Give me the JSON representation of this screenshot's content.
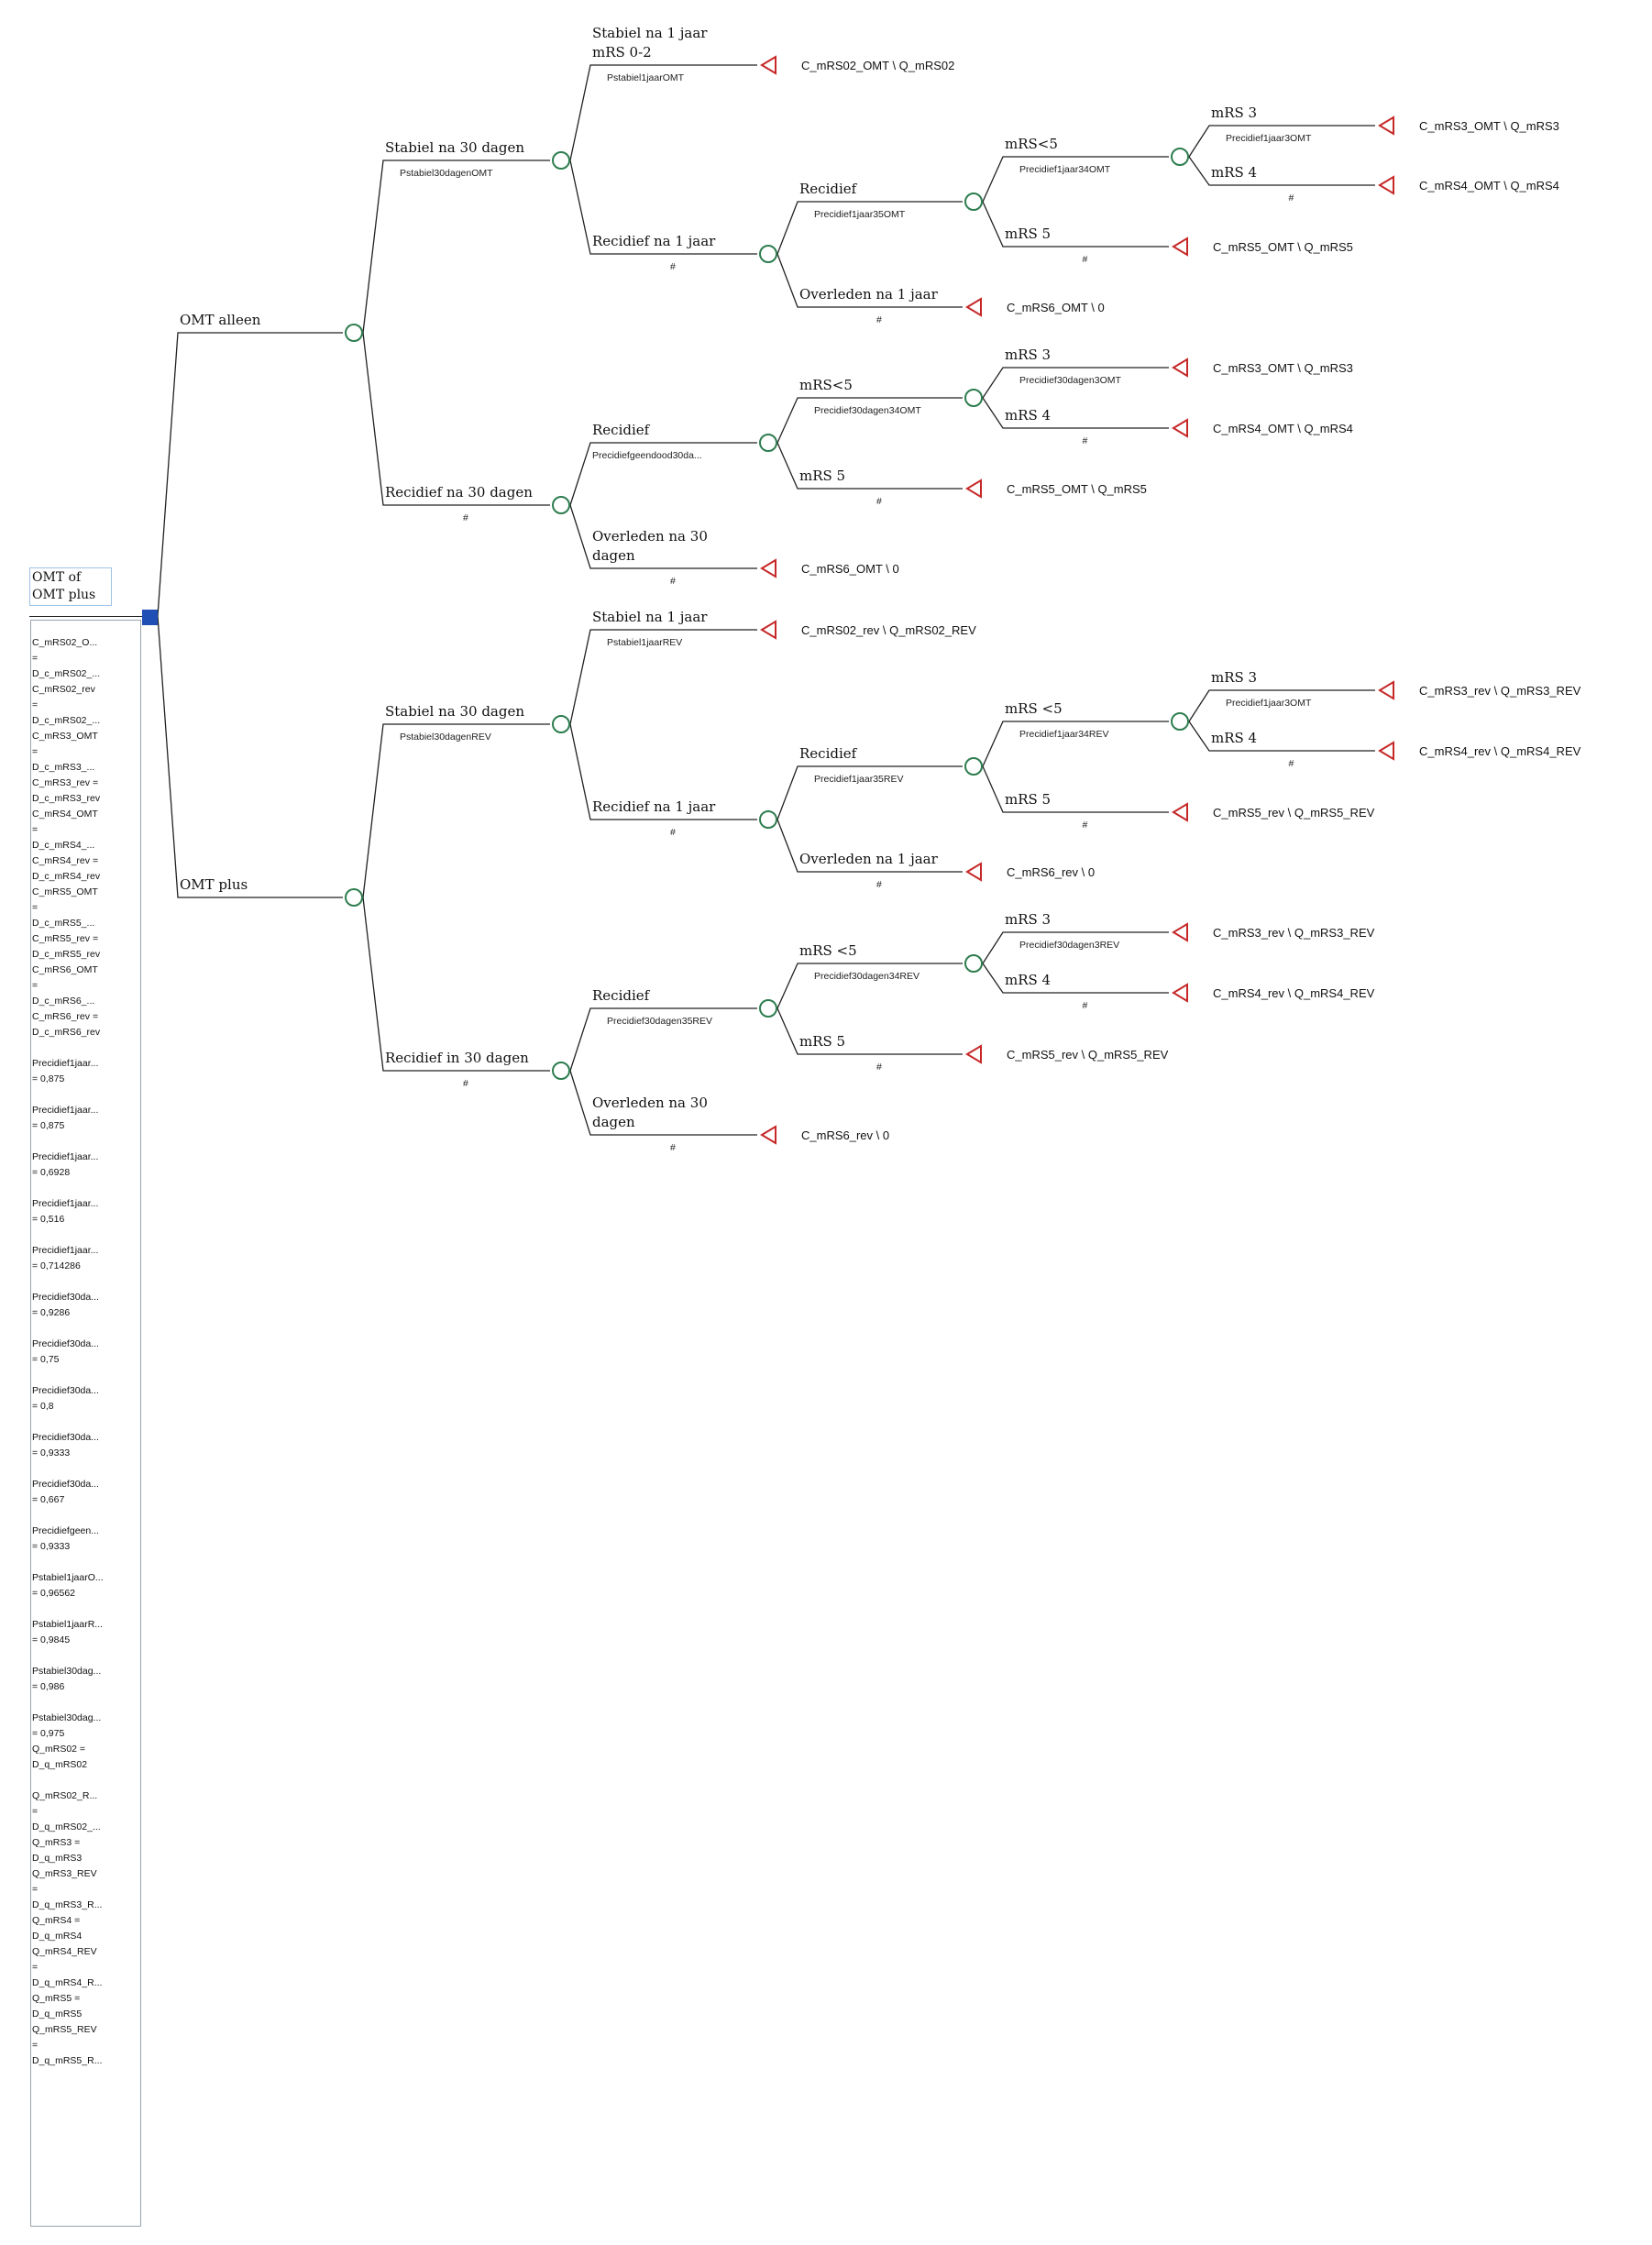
{
  "root": {
    "label": "OMT of\nOMT plus"
  },
  "nodes": {
    "a": {
      "label": "OMT alleen"
    },
    "b": {
      "label": "OMT plus"
    },
    "a1": {
      "label": "Stabiel na 30 dagen",
      "prob": "Pstabiel30dagenOMT"
    },
    "a2": {
      "label": "Recidief na 30 dagen",
      "prob": "#"
    },
    "a1s": {
      "label": "Stabiel na 1 jaar\nmRS 0-2",
      "prob": "Pstabiel1jaarOMT",
      "payoff": "C_mRS02_OMT \\ Q_mRS02"
    },
    "a1r": {
      "label": "Recidief na 1 jaar",
      "prob": "#"
    },
    "a1rR": {
      "label": "Recidief",
      "prob": "Precidief1jaar35OMT"
    },
    "a1rO": {
      "label": "Overleden na 1 jaar",
      "prob": "#",
      "payoff": "C_mRS6_OMT \\ 0"
    },
    "a1rRlt": {
      "label": "mRS<5",
      "prob": "Precidief1jaar34OMT"
    },
    "a1rR5": {
      "label": "mRS 5",
      "prob": "#",
      "payoff": "C_mRS5_OMT \\ Q_mRS5"
    },
    "a1rRlt3": {
      "label": "mRS 3",
      "prob": "Precidief1jaar3OMT",
      "payoff": "C_mRS3_OMT \\ Q_mRS3"
    },
    "a1rRlt4": {
      "label": "mRS 4",
      "prob": "#",
      "payoff": "C_mRS4_OMT \\ Q_mRS4"
    },
    "a2R": {
      "label": "Recidief",
      "prob": "Precidiefgeendood30da..."
    },
    "a2O": {
      "label": "Overleden na 30\ndagen",
      "prob": "#",
      "payoff": "C_mRS6_OMT \\ 0"
    },
    "a2Rlt": {
      "label": "mRS<5",
      "prob": "Precidief30dagen34OMT"
    },
    "a2R5": {
      "label": "mRS 5",
      "prob": "#",
      "payoff": "C_mRS5_OMT \\ Q_mRS5"
    },
    "a2Rlt3": {
      "label": "mRS 3",
      "prob": "Precidief30dagen3OMT",
      "payoff": "C_mRS3_OMT \\ Q_mRS3"
    },
    "a2Rlt4": {
      "label": "mRS 4",
      "prob": "#",
      "payoff": "C_mRS4_OMT \\ Q_mRS4"
    },
    "b1": {
      "label": "Stabiel na 30 dagen",
      "prob": "Pstabiel30dagenREV"
    },
    "b2": {
      "label": "Recidief in 30 dagen",
      "prob": "#"
    },
    "b1s": {
      "label": "Stabiel na 1 jaar",
      "prob": "Pstabiel1jaarREV",
      "payoff": "C_mRS02_rev \\ Q_mRS02_REV"
    },
    "b1r": {
      "label": "Recidief na 1 jaar",
      "prob": "#"
    },
    "b1rR": {
      "label": "Recidief",
      "prob": "Precidief1jaar35REV"
    },
    "b1rO": {
      "label": "Overleden na 1 jaar",
      "prob": "#",
      "payoff": "C_mRS6_rev \\ 0"
    },
    "b1rRlt": {
      "label": "mRS <5",
      "prob": "Precidief1jaar34REV"
    },
    "b1rR5": {
      "label": "mRS 5",
      "prob": "#",
      "payoff": "C_mRS5_rev \\ Q_mRS5_REV"
    },
    "b1rRlt3": {
      "label": "mRS 3",
      "prob": "Precidief1jaar3OMT",
      "payoff": "C_mRS3_rev \\ Q_mRS3_REV"
    },
    "b1rRlt4": {
      "label": "mRS 4",
      "prob": "#",
      "payoff": "C_mRS4_rev \\ Q_mRS4_REV"
    },
    "b2R": {
      "label": "Recidief",
      "prob": "Precidief30dagen35REV"
    },
    "b2O": {
      "label": "Overleden na 30\ndagen",
      "prob": "#",
      "payoff": "C_mRS6_rev \\ 0"
    },
    "b2Rlt": {
      "label": "mRS <5",
      "prob": "Precidief30dagen34REV"
    },
    "b2R5": {
      "label": "mRS 5",
      "prob": "#",
      "payoff": "C_mRS5_rev \\ Q_mRS5_REV"
    },
    "b2Rlt3": {
      "label": "mRS 3",
      "prob": "Precidief30dagen3REV",
      "payoff": "C_mRS3_rev \\ Q_mRS3_REV"
    },
    "b2Rlt4": {
      "label": "mRS 4",
      "prob": "#",
      "payoff": "C_mRS4_rev \\ Q_mRS4_REV"
    }
  },
  "variables": [
    {
      "text": "C_mRS02_O...",
      "gap": false
    },
    {
      "text": "=",
      "gap": false
    },
    {
      "text": "D_c_mRS02_...",
      "gap": false
    },
    {
      "text": " C_mRS02_rev",
      "gap": false
    },
    {
      "text": "=",
      "gap": false
    },
    {
      "text": "D_c_mRS02_...",
      "gap": false
    },
    {
      "text": " C_mRS3_OMT",
      "gap": false
    },
    {
      "text": "=",
      "gap": false
    },
    {
      "text": "D_c_mRS3_...",
      "gap": false
    },
    {
      "text": " C_mRS3_rev =",
      "gap": false
    },
    {
      "text": "D_c_mRS3_rev",
      "gap": false
    },
    {
      "text": " C_mRS4_OMT",
      "gap": false
    },
    {
      "text": "=",
      "gap": false
    },
    {
      "text": "D_c_mRS4_...",
      "gap": false
    },
    {
      "text": " C_mRS4_rev =",
      "gap": false
    },
    {
      "text": "D_c_mRS4_rev",
      "gap": false
    },
    {
      "text": " C_mRS5_OMT",
      "gap": false
    },
    {
      "text": "=",
      "gap": false
    },
    {
      "text": "D_c_mRS5_...",
      "gap": false
    },
    {
      "text": " C_mRS5_rev =",
      "gap": false
    },
    {
      "text": "D_c_mRS5_rev",
      "gap": false
    },
    {
      "text": " C_mRS6_OMT",
      "gap": false
    },
    {
      "text": "=",
      "gap": false
    },
    {
      "text": "D_c_mRS6_...",
      "gap": false
    },
    {
      "text": " C_mRS6_rev =",
      "gap": false
    },
    {
      "text": "D_c_mRS6_rev",
      "gap": false
    },
    {
      "text": "Precidief1jaar...",
      "gap": true
    },
    {
      "text": "= 0,875",
      "gap": false
    },
    {
      "text": "Precidief1jaar...",
      "gap": true
    },
    {
      "text": "= 0,875",
      "gap": false
    },
    {
      "text": "Precidief1jaar...",
      "gap": true
    },
    {
      "text": "= 0,6928",
      "gap": false
    },
    {
      "text": "Precidief1jaar...",
      "gap": true
    },
    {
      "text": "= 0,516",
      "gap": false
    },
    {
      "text": "Precidief1jaar...",
      "gap": true
    },
    {
      "text": "= 0,714286",
      "gap": false
    },
    {
      "text": "Precidief30da...",
      "gap": true
    },
    {
      "text": "= 0,9286",
      "gap": false
    },
    {
      "text": "Precidief30da...",
      "gap": true
    },
    {
      "text": "= 0,75",
      "gap": false
    },
    {
      "text": "Precidief30da...",
      "gap": true
    },
    {
      "text": "= 0,8",
      "gap": false
    },
    {
      "text": "Precidief30da...",
      "gap": true
    },
    {
      "text": "= 0,9333",
      "gap": false
    },
    {
      "text": "Precidief30da...",
      "gap": true
    },
    {
      "text": "= 0,667",
      "gap": false
    },
    {
      "text": "Precidiefgeen...",
      "gap": true
    },
    {
      "text": "= 0,9333",
      "gap": false
    },
    {
      "text": "Pstabiel1jaarO...",
      "gap": true
    },
    {
      "text": "= 0,96562",
      "gap": false
    },
    {
      "text": "Pstabiel1jaarR...",
      "gap": true
    },
    {
      "text": "= 0,9845",
      "gap": false
    },
    {
      "text": "Pstabiel30dag...",
      "gap": true
    },
    {
      "text": "= 0,986",
      "gap": false
    },
    {
      "text": "Pstabiel30dag...",
      "gap": true
    },
    {
      "text": "= 0,975",
      "gap": false
    },
    {
      "text": " Q_mRS02 =",
      "gap": false
    },
    {
      "text": "D_q_mRS02",
      "gap": false
    },
    {
      "text": "Q_mRS02_R...",
      "gap": true
    },
    {
      "text": "=",
      "gap": false
    },
    {
      "text": "D_q_mRS02_...",
      "gap": false
    },
    {
      "text": " Q_mRS3 =",
      "gap": false
    },
    {
      "text": "D_q_mRS3",
      "gap": false
    },
    {
      "text": " Q_mRS3_REV",
      "gap": false
    },
    {
      "text": "=",
      "gap": false
    },
    {
      "text": "D_q_mRS3_R...",
      "gap": false
    },
    {
      "text": " Q_mRS4 =",
      "gap": false
    },
    {
      "text": "D_q_mRS4",
      "gap": false
    },
    {
      "text": " Q_mRS4_REV",
      "gap": false
    },
    {
      "text": "=",
      "gap": false
    },
    {
      "text": "D_q_mRS4_R...",
      "gap": false
    },
    {
      "text": " Q_mRS5 =",
      "gap": false
    },
    {
      "text": "D_q_mRS5",
      "gap": false
    },
    {
      "text": " Q_mRS5_REV",
      "gap": false
    },
    {
      "text": "=",
      "gap": false
    },
    {
      "text": "D_q_mRS5_R...",
      "gap": false
    }
  ]
}
